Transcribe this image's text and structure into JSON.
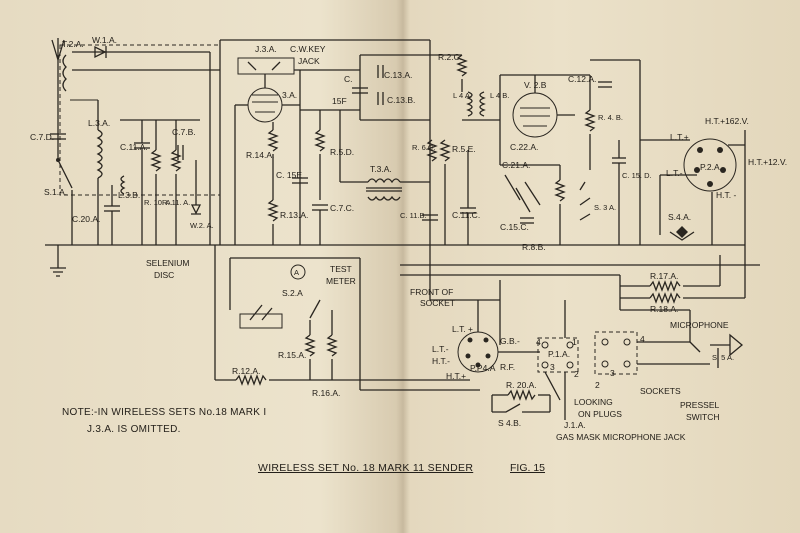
{
  "labels": {
    "t2a": "T.2.A.",
    "w1a": "W.1.A.",
    "j3a": "J.3.A.",
    "cw_key": "C.W.KEY",
    "jack": "JACK",
    "v3a": "3.A.",
    "r2c": "R.2.C.",
    "c13a": "C.13.A.",
    "c15f": "15F",
    "c_lbl": "C.",
    "c13b": "C.13.B.",
    "l4a": "L 4 A.",
    "l4b": "L 4 B.",
    "v2b": "V. 2.B",
    "c12a": "C.12.A.",
    "r4b": "R. 4. B.",
    "ht162": "H.T.+162.V.",
    "lt_plus": "L.T.+",
    "p2a": "P.2.A.",
    "ht12": "H.T.+12.V.",
    "lt_minus": "L.T.-",
    "ht_minus": "H.T. -",
    "c7d": "C.7.D.",
    "l3a": "L.3.A.",
    "c11a": "C.11.A.",
    "c7b": "C.7.B.",
    "s1a": "S.1.A.",
    "l3b": "L.3.B.",
    "r10a": "R. 10. A.",
    "r11a": "R. 11. A.",
    "w2a": "W.2. A.",
    "c20a": "C.20.A.",
    "r14a": "R.14.A.",
    "c15e": "C. 15E",
    "r13a": "R.13.A.",
    "r5d": "R.5.D.",
    "c7c": "C.7.C.",
    "t3a": "T.3.A.",
    "r6c": "R. 6.C.",
    "r5e": "R.5.E.",
    "c11b": "C. 11.B.",
    "c11c": "C.11.C.",
    "c22a": "C.22.A.",
    "c21a": "C.21.A.",
    "c15c": "C.15.C.",
    "r8b": "R.8.B.",
    "s3a": "S. 3 A.",
    "c15d": "C. 15. D.",
    "s4a": "S.4.A.",
    "selenium": "SELENIUM",
    "disc": "DISC",
    "test": "TEST",
    "meter": "METER",
    "s2a": "S.2.A",
    "front": "FRONT OF",
    "socket": "SOCKET",
    "r17a": "R.17.A.",
    "r18a": "R.18.A.",
    "microphone": "MICROPHONE",
    "p4a_lt": "L.T. +",
    "p4a_lt2": "L.T.-",
    "p4a_ht": "H.T.-",
    "p4a_ht2": "H.T.+",
    "p4a": "P.P4.A",
    "rf": "R.F.",
    "gb": "G.B.-",
    "p1a": "P.1.A.",
    "n4": "4",
    "n1": "1",
    "n3": "3",
    "n2": "2",
    "r15a": "R.15.A.",
    "r12a": "R.12.A.",
    "r16a": "R.16.A.",
    "r20a": "R. 20.A.",
    "s4b": "S 4.B.",
    "j1a": "J.1.A.",
    "looking": "LOOKING",
    "on_plugs": "ON PLUGS",
    "sockets": "SOCKETS",
    "pressel": "PRESSEL",
    "switch": "SWITCH",
    "s5a": "S. 5 A.",
    "gasmask": "GAS MASK MICROPHONE JACK"
  },
  "note": {
    "line1": "NOTE:-IN WIRELESS SETS No.18 MARK I",
    "line2": "J.3.A. IS OMITTED."
  },
  "caption": "WIRELESS SET No. 18 MARK 11 SENDER",
  "fig": "FIG. 15"
}
